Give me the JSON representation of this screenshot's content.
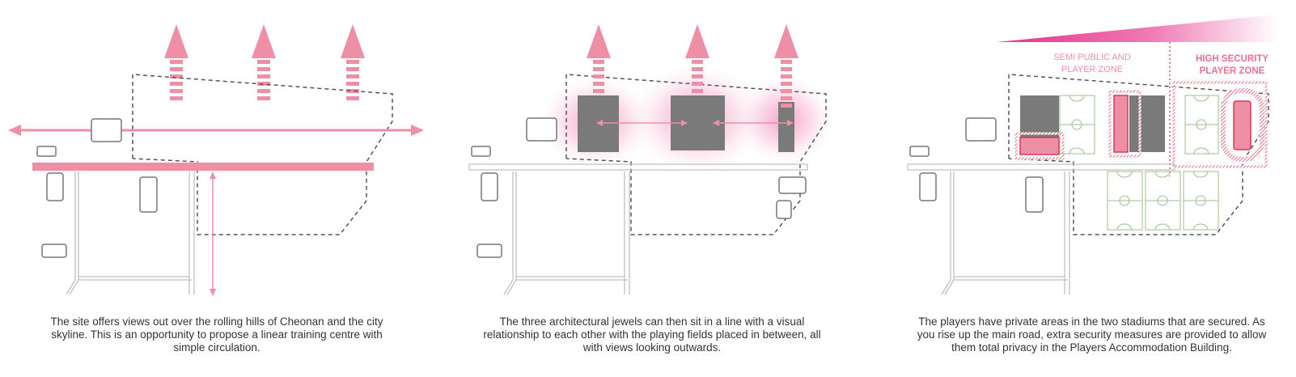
{
  "colors": {
    "accent_pink": "#ee8fa6",
    "hot_pink": "#e8698f",
    "building_grey": "#7a7a7a",
    "outline_grey": "#8c8c8c",
    "field_green": "#9fbf8f"
  },
  "panels": [
    {
      "caption": "The site offers views out over the rolling hills of Cheonan and the city skyline. This is an opportunity to propose a linear training centre with simple circulation."
    },
    {
      "caption": "The three architectural jewels can then sit in a line with a visual relationship to each other with the playing fields placed in between, all with views looking outwards."
    },
    {
      "caption": "The players have private areas in the two stadiums that are secured. As you rise up the main road, extra security measures are provided to allow them total privacy in the Players Accommodation Building.",
      "zone_semi_public_line1": "SEMI PUBLIC AND",
      "zone_semi_public_line2": "PLAYER ZONE",
      "zone_high_security_line1": "HIGH SECURITY",
      "zone_high_security_line2": "PLAYER ZONE"
    }
  ]
}
